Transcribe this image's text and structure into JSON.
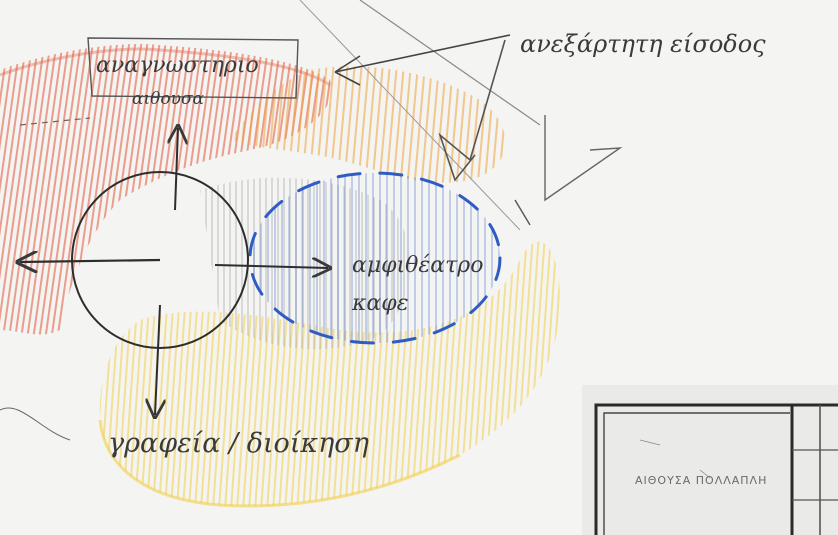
{
  "labels": {
    "reading_room": "αναγνωστηριο",
    "hall": "αιθουσα",
    "independent_entrance": "ανεξάρτητη είσοδος",
    "amphitheatre": "αμφιθέατρο",
    "cafe": "καφε",
    "offices_admin": "γραφεία / διοίκηση",
    "plan_room": "ΑΙΘΟΥΣΑ ΠΟΛΛΑΠΛΗ"
  },
  "colors": {
    "paper": "#f4f4f2",
    "red_hatch": "#e2553a",
    "orange_hatch": "#f0a23a",
    "yellow_hatch": "#f2cf4a",
    "blue_hatch": "#3a66c8",
    "grey_hatch": "#b9b9b9",
    "pencil": "#3a3a3a"
  }
}
